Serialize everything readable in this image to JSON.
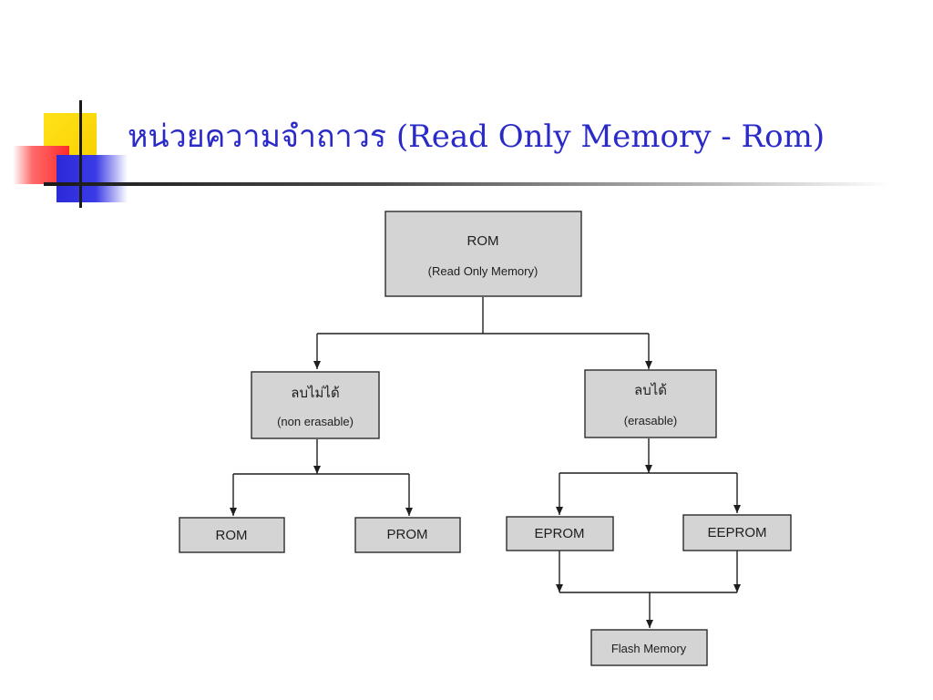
{
  "slide": {
    "title": "หน่วยความจำถาวร (Read Only Memory - Rom)"
  },
  "diagram": {
    "nodes": {
      "rom_root": {
        "line1": "ROM",
        "line2": "(Read Only Memory)"
      },
      "non_erasable": {
        "line1": "ลบไม่ได้",
        "line2": "(non erasable)"
      },
      "erasable": {
        "line1": "ลบได้",
        "line2": "(erasable)"
      },
      "rom": {
        "line1": "ROM"
      },
      "prom": {
        "line1": "PROM"
      },
      "eprom": {
        "line1": "EPROM"
      },
      "eeprom": {
        "line1": "EEPROM"
      },
      "flash": {
        "line1": "Flash Memory"
      }
    },
    "edges": [
      {
        "from": "rom_root",
        "to": "non_erasable"
      },
      {
        "from": "rom_root",
        "to": "erasable"
      },
      {
        "from": "non_erasable",
        "to": "rom"
      },
      {
        "from": "non_erasable",
        "to": "prom"
      },
      {
        "from": "erasable",
        "to": "eprom"
      },
      {
        "from": "erasable",
        "to": "eeprom"
      },
      {
        "from": "eprom",
        "to": "flash"
      },
      {
        "from": "eeprom",
        "to": "flash"
      }
    ]
  }
}
